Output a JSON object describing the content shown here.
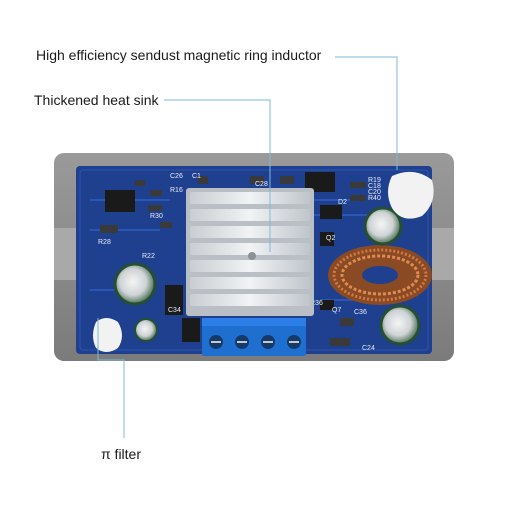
{
  "annotations": {
    "inductor": "High efficiency sendust magnetic ring inductor",
    "heat_sink": "Thickened heat sink",
    "pi_filter": "π filter"
  },
  "board_markings": {
    "c26": "C26",
    "r16": "R16",
    "c1": "C1",
    "c28": "C28",
    "r30": "R30",
    "r28": "R28",
    "r22": "R22",
    "c34": "C34",
    "q2": "Q2",
    "r36": "R36",
    "q7": "Q7",
    "c36": "C36",
    "c24": "C24",
    "r19": "R19",
    "r40": "R40",
    "c18": "C18",
    "c20": "C20",
    "d2": "D2"
  },
  "colors": {
    "pcb_blue": "#1f3f8f",
    "case_gray": "#8d8d8d",
    "heatsink_silver": "#d9dde0",
    "terminal_blue": "#1f6fd1",
    "copper": "#c4703d",
    "callout_line": "#7fb8d8"
  },
  "icons": {
    "board": "dc-dc-converter-pcb-photo"
  }
}
